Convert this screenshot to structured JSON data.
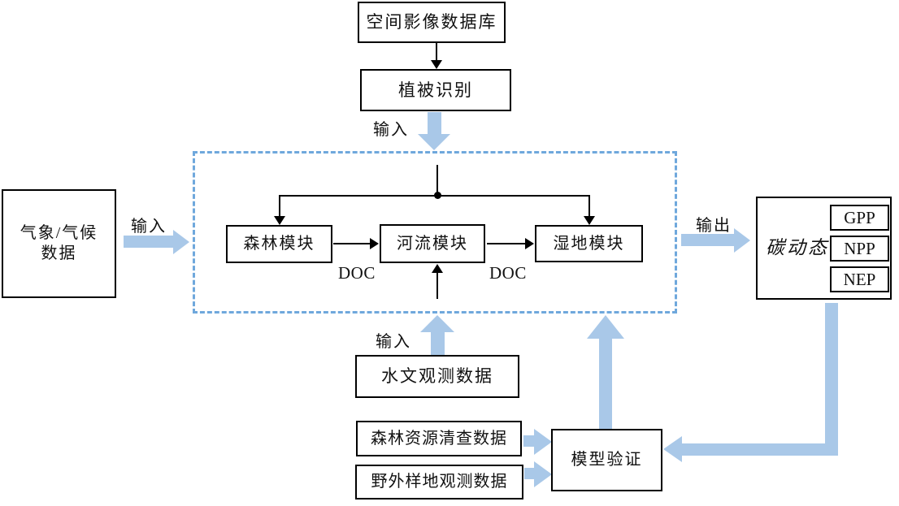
{
  "colors": {
    "arrow_blue": "#A9C8E8",
    "dashed_border_blue": "#6FA8DC",
    "connector_black": "#000000"
  },
  "nodes": {
    "spatial_db": "空间影像数据库",
    "veg_recognition": "植被识别",
    "climate_line1": "气象/气候",
    "climate_line2": "数据",
    "forest_module": "森林模块",
    "river_module": "河流模块",
    "wetland_module": "湿地模块",
    "carbon_dynamics": "碳动态",
    "output_items": {
      "gpp": "GPP",
      "npp": "NPP",
      "nep": "NEP"
    },
    "hydro_obs": "水文观测数据",
    "forest_inventory": "森林资源清查数据",
    "field_obs": "野外样地观测数据",
    "model_validation": "模型验证"
  },
  "labels": {
    "input_top": "输入",
    "input_left": "输入",
    "input_hydro": "输入",
    "output": "输出",
    "doc_forest_river": "DOC",
    "doc_river_wetland": "DOC"
  }
}
